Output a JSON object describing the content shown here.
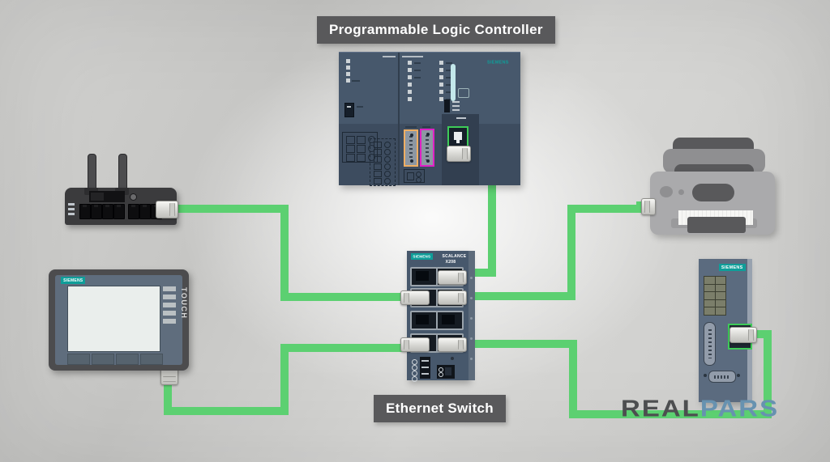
{
  "labels": {
    "plc": "Programmable Logic Controller",
    "ethernet_switch": "Ethernet Switch"
  },
  "plc": {
    "brand": "SIEMENS"
  },
  "switch": {
    "brand": "SIEMENS",
    "model_line1": "SCALANCE",
    "model_line2": "X208",
    "ports": {
      "rows": 4,
      "columns": 2,
      "plugged": [
        "row1-right",
        "row2-left",
        "row2-right",
        "row4-left",
        "row4-right"
      ],
      "empty": [
        "row1-left",
        "row3-left",
        "row3-right"
      ]
    }
  },
  "hmi": {
    "brand": "SIEMENS",
    "side_label": "TOUCH"
  },
  "module": {
    "brand": "SIEMENS"
  },
  "router": {
    "port_count_group1": 4,
    "port_count_group2": 3,
    "antennas": 2
  },
  "logo": {
    "part1": "REAL",
    "part2": "PARS"
  },
  "connections": [
    {
      "from": "router",
      "to": "switch-row2-left"
    },
    {
      "from": "plc-ethernet-port",
      "to": "switch-row1-right"
    },
    {
      "from": "switch-row2-right",
      "to": "printer"
    },
    {
      "from": "hmi",
      "to": "switch-row4-left"
    },
    {
      "from": "switch-row4-right",
      "to": "module-ethernet-port"
    }
  ],
  "colors": {
    "cable": "#5cd071",
    "siemens_teal": "#0f9e99",
    "label_bg": "#59595b",
    "label_text": "#ffffff",
    "plc_body": "#47586c",
    "plc_body_dark": "#3d4c5f",
    "port_green": "#3ecb58",
    "port_orange": "#efae63",
    "port_magenta": "#e021c6",
    "logo_real": "#4d4e50",
    "logo_pars": "#6792b0"
  }
}
